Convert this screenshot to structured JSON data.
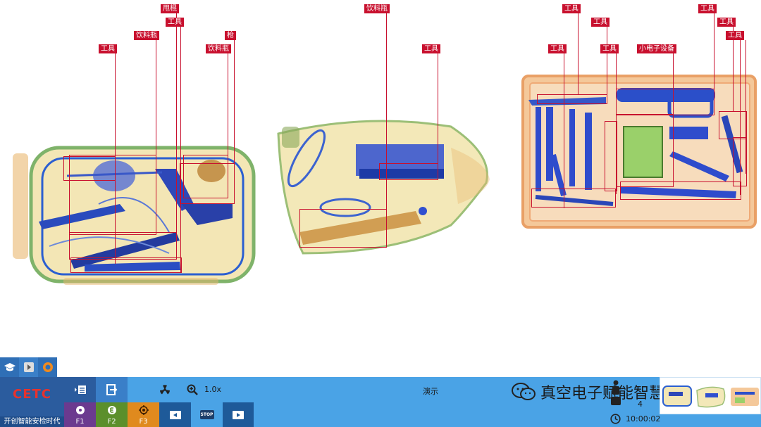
{
  "detections": {
    "bag1": [
      {
        "label": "工具"
      },
      {
        "label": "饮料瓶"
      },
      {
        "label": "甩棍"
      },
      {
        "label": "工具"
      },
      {
        "label": "枪"
      },
      {
        "label": "饮料瓶"
      }
    ],
    "bag2": [
      {
        "label": "饮料瓶"
      },
      {
        "label": "工具"
      }
    ],
    "bag3": [
      {
        "label": "工具"
      },
      {
        "label": "工具"
      },
      {
        "label": "工具"
      },
      {
        "label": "工具"
      },
      {
        "label": "小电子设备"
      },
      {
        "label": "工具"
      },
      {
        "label": "工具"
      },
      {
        "label": "工具"
      }
    ]
  },
  "colors": {
    "detection": "#c8102e",
    "panel": "#4aa3e6",
    "panel_dark": "#2b5c9e",
    "f1": "#6b3a8f",
    "f2": "#5b8f2b",
    "f3": "#e08a1e"
  },
  "toolbar": {
    "mini": [
      {
        "icon": "graduation-cap-icon"
      },
      {
        "icon": "play-icon"
      },
      {
        "icon": "record-icon"
      }
    ]
  },
  "panel": {
    "brand_logo": "CETC",
    "slogan": "开创智能安检时代",
    "keys": {
      "f1": "F1",
      "f2": "F2",
      "f3": "F3"
    },
    "stop_label": "STOP",
    "zoom": "1.0x",
    "mode": "演示",
    "watermark": "真空电子赋能智慧安检",
    "count": "4",
    "time": "10:00:02"
  }
}
